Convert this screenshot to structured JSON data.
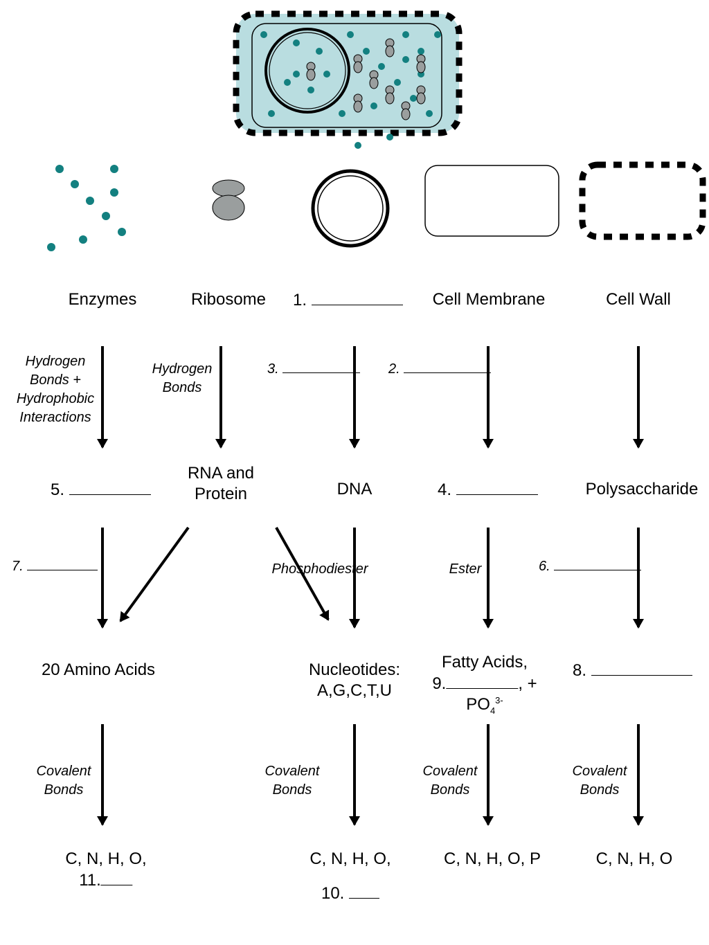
{
  "colors": {
    "cytoplasm": "#b9dde0",
    "enzyme": "#138080",
    "ribosome": "#9a9e9e",
    "stroke": "#000000"
  },
  "structures": {
    "enzymes": "Enzymes",
    "ribosome": "Ribosome",
    "q1": "1.",
    "membrane": "Cell Membrane",
    "wall": "Cell Wall"
  },
  "bonds_top": {
    "enzymes": [
      "Hydrogen",
      "Bonds +",
      "Hydrophobic",
      "Interactions"
    ],
    "ribosome": [
      "Hydrogen",
      "Bonds"
    ],
    "q3": "3.",
    "q2": "2."
  },
  "macromolecules": {
    "q5": "5.",
    "rna_protein": [
      "RNA and",
      "Protein"
    ],
    "dna": "DNA",
    "q4": "4.",
    "polysaccharide": "Polysaccharide"
  },
  "bonds_mid": {
    "q7": "7.",
    "phosphodiester": "Phosphodiester",
    "ester": "Ester",
    "q6": "6."
  },
  "monomers": {
    "amino": "20 Amino Acids",
    "nucleotides": [
      "Nucleotides:",
      "A,G,C,T,U"
    ],
    "fatty_1": "Fatty Acids,",
    "fatty_2": "9.",
    "fatty_3": ", +",
    "po4_base": "PO",
    "po4_sub": "4",
    "po4_sup": "3-",
    "q8": "8."
  },
  "bonds_bottom": {
    "b1": [
      "Covalent",
      "Bonds"
    ],
    "b2": [
      "Covalent",
      "Bonds"
    ],
    "b3": [
      "Covalent",
      "Bonds"
    ],
    "b4": [
      "Covalent",
      "Bonds"
    ]
  },
  "elements": {
    "e1_line1": "C, N, H, O,",
    "e1_line2": "11.",
    "e2_line1": "C, N, H, O,",
    "e2_line2": "10.",
    "e3": "C, N, H, O, P",
    "e4": "C, N, H, O"
  }
}
